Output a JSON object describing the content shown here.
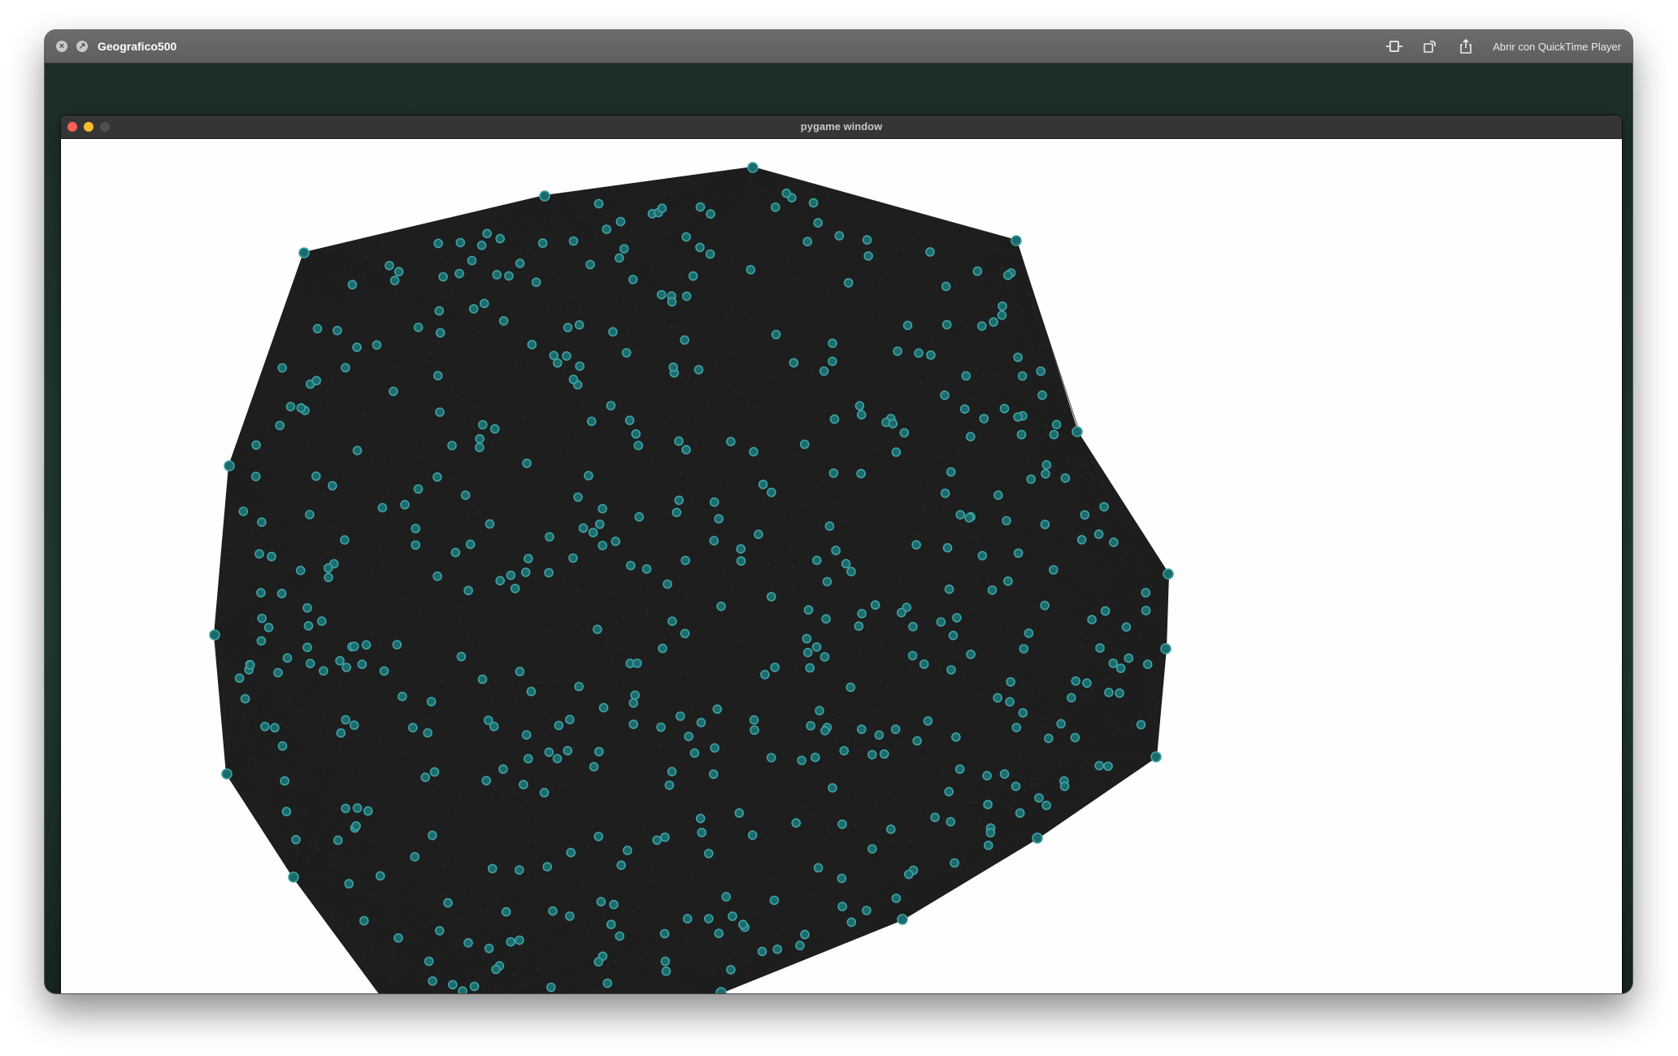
{
  "quicklook": {
    "title": "Geografico500",
    "open_with_label": "Abrir con QuickTime Player",
    "close_icon": "close-icon",
    "fullscreen_icon": "fullscreen-icon"
  },
  "pygame_window": {
    "title": "pygame window"
  },
  "graph": {
    "node_count": 500,
    "node_fill": "#1b6b6d",
    "node_ring": "#3fa3a4",
    "edge_color": "#1e1e1e",
    "background": "#fefefe"
  }
}
